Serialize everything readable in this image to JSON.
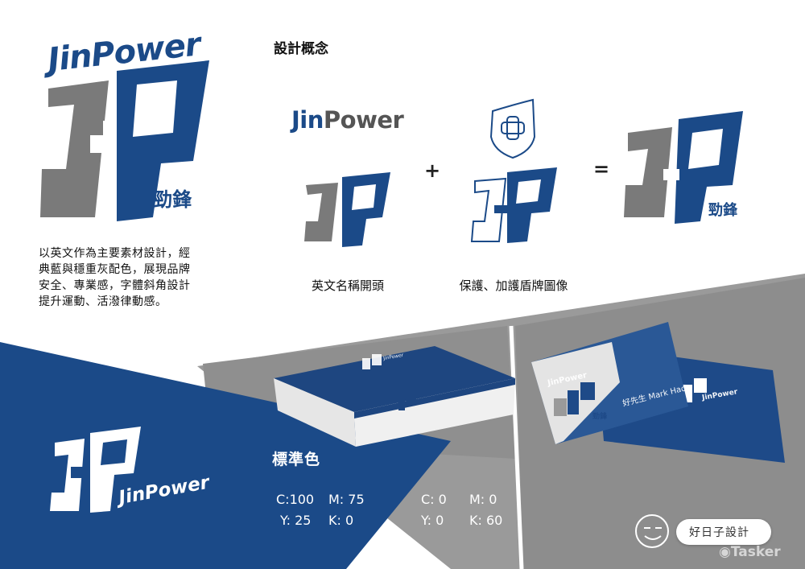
{
  "brand": {
    "wordmark_prefix": "Jin",
    "wordmark_suffix": "Power",
    "chinese_name": "勁鋒",
    "primary_color": "#1b4a88",
    "secondary_color": "#7a7a7a"
  },
  "concept": {
    "title": "設計概念",
    "description_lines": [
      "以英文作為主要素材設計，經",
      "典藍與穩重灰配色，展現品牌",
      "安全、專業感，字體斜角設計",
      "提升運動、活潑律動感。"
    ],
    "card_a_caption": "英文名稱開頭",
    "card_b_caption": "保護、加護盾牌圖像",
    "plus_sign": "+",
    "equals_sign": "=",
    "shield_icon": "shield-cross-icon"
  },
  "mockup": {
    "card_person": "好先生",
    "card_person_en": "Mark Hao"
  },
  "standard_colors": {
    "title": "標準色",
    "blue": {
      "c": "C:100",
      "m": "M: 75",
      "y": "Y: 25",
      "k": "K: 0"
    },
    "gray": {
      "c": "C: 0",
      "m": "M: 0",
      "y": "Y: 0",
      "k": "K: 60"
    }
  },
  "footer": {
    "studio_name": "好日子設計",
    "watermark": "Tasker",
    "face_icon": "smiling-face-icon"
  }
}
